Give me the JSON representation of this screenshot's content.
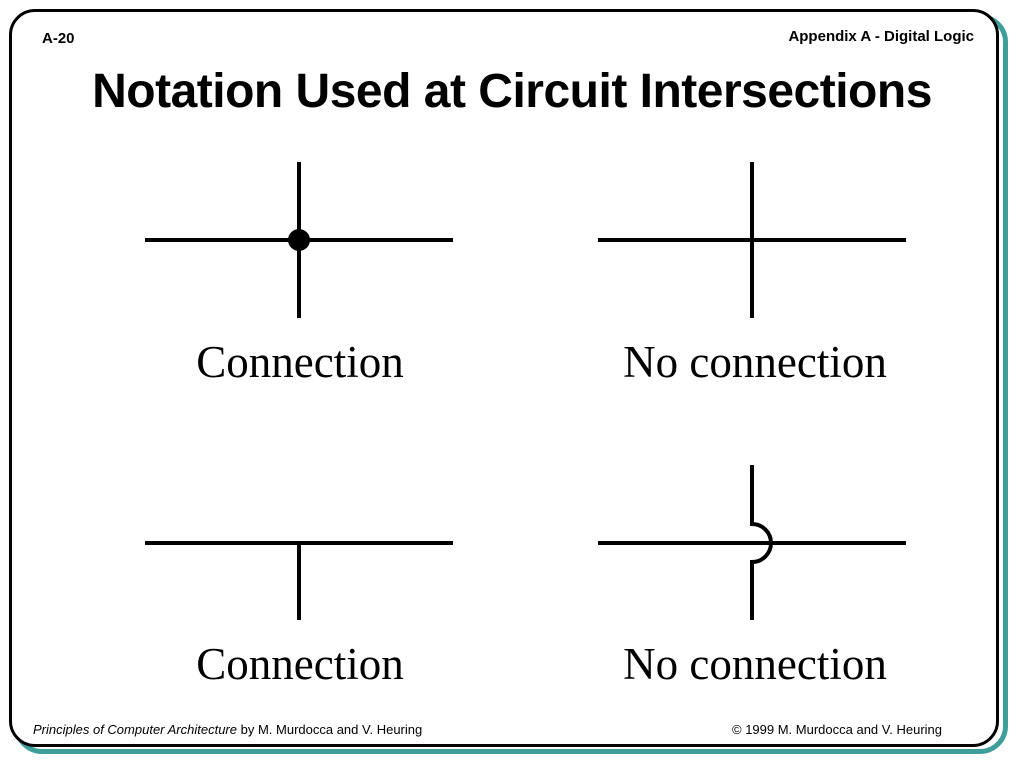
{
  "header": {
    "slide_number": "A-20",
    "section": "Appendix A - Digital Logic"
  },
  "title": "Notation Used at Circuit Intersections",
  "panels": [
    {
      "caption": "Connection"
    },
    {
      "caption": "No connection"
    },
    {
      "caption": "Connection"
    },
    {
      "caption": "No connection"
    }
  ],
  "footer": {
    "book_title": "Principles of Computer Architecture",
    "authors": " by M. Murdocca and V. Heuring",
    "copyright": "© 1999 M. Murdocca and V. Heuring"
  }
}
